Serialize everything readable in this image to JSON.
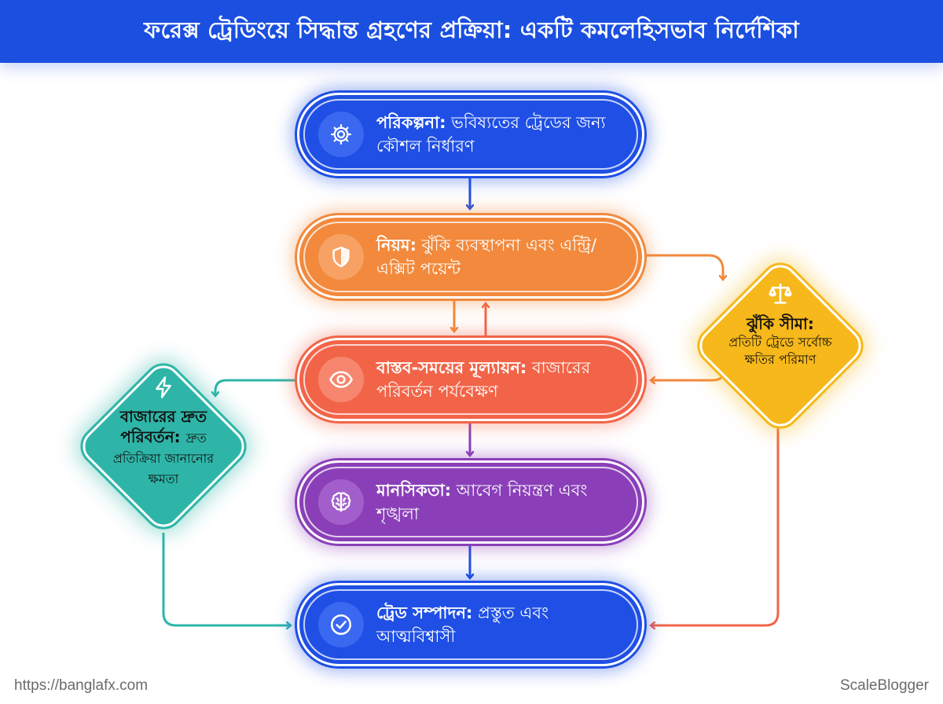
{
  "header": {
    "title": "ফরেক্স ট্রেডিংয়ে সিদ্ধান্ত গ্রহণের প্রক্রিয়া: একটি কমলেহিসভাব নির্দেশিকা"
  },
  "steps": [
    {
      "title": "পরিকল্পনা:",
      "desc": "ভবিষ্যতের ট্রেডের জন্য কৌশল নির্ধারণ",
      "icon": "gear-icon"
    },
    {
      "title": "নিয়ম:",
      "desc": "ঝুঁকি ব্যবস্থাপনা এবং এন্ট্রি/এক্সিট পয়েন্ট",
      "icon": "shield-icon"
    },
    {
      "title": "বাস্তব-সময়ের মূল্যায়ন:",
      "desc": "বাজারের পরিবর্তন পর্যবেক্ষণ",
      "icon": "eye-icon"
    },
    {
      "title": "মানসিকতা:",
      "desc": "আবেগ নিয়ন্ত্রণ এবং শৃঙ্খলা",
      "icon": "brain-icon"
    },
    {
      "title": "ট্রেড সম্পাদন:",
      "desc": "প্রস্তুত এবং আত্মবিশ্বাসী",
      "icon": "check-circle-icon"
    }
  ],
  "side_nodes": {
    "risk_limit": {
      "title": "ঝুঁকি সীমা:",
      "desc": "প্রতিটি ট্রেডে সর্বোচ্চ ক্ষতির পরিমাণ",
      "icon": "scale-icon"
    },
    "market_change": {
      "title": "বাজারের দ্রুত পরিবর্তন:",
      "desc": "দ্রুত প্রতিক্রিয়া জানানোর ক্ষমতা",
      "icon": "lightning-icon"
    }
  },
  "footer": {
    "url": "https://banglafx.com",
    "brand": "ScaleBlogger"
  },
  "colors": {
    "blue": "#1f4fe4",
    "orange": "#f2893c",
    "coral": "#f26448",
    "purple": "#8a3fb8",
    "yellow": "#f6b81a",
    "teal": "#2eb5a8"
  }
}
